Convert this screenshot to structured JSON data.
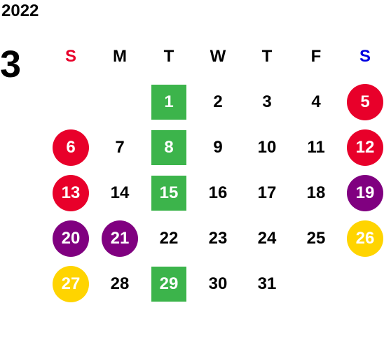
{
  "calendar": {
    "year": "2022",
    "month": "3",
    "weekdays": [
      {
        "label": "S",
        "color": "#e8002a"
      },
      {
        "label": "M",
        "color": "#000000"
      },
      {
        "label": "T",
        "color": "#000000"
      },
      {
        "label": "W",
        "color": "#000000"
      },
      {
        "label": "T",
        "color": "#000000"
      },
      {
        "label": "F",
        "color": "#000000"
      },
      {
        "label": "S",
        "color": "#0000e0"
      }
    ],
    "weeks": [
      [
        null,
        null,
        {
          "day": "1",
          "mark": "square",
          "color": "#3cb44b"
        },
        {
          "day": "2"
        },
        {
          "day": "3"
        },
        {
          "day": "4"
        },
        {
          "day": "5",
          "mark": "circle",
          "color": "#e8002a"
        }
      ],
      [
        {
          "day": "6",
          "mark": "circle",
          "color": "#e8002a"
        },
        {
          "day": "7"
        },
        {
          "day": "8",
          "mark": "square",
          "color": "#3cb44b"
        },
        {
          "day": "9"
        },
        {
          "day": "10"
        },
        {
          "day": "11"
        },
        {
          "day": "12",
          "mark": "circle",
          "color": "#e8002a"
        }
      ],
      [
        {
          "day": "13",
          "mark": "circle",
          "color": "#e8002a"
        },
        {
          "day": "14"
        },
        {
          "day": "15",
          "mark": "square",
          "color": "#3cb44b"
        },
        {
          "day": "16"
        },
        {
          "day": "17"
        },
        {
          "day": "18"
        },
        {
          "day": "19",
          "mark": "circle",
          "color": "#800080"
        }
      ],
      [
        {
          "day": "20",
          "mark": "circle",
          "color": "#800080"
        },
        {
          "day": "21",
          "mark": "circle",
          "color": "#800080"
        },
        {
          "day": "22"
        },
        {
          "day": "23"
        },
        {
          "day": "24"
        },
        {
          "day": "25"
        },
        {
          "day": "26",
          "mark": "circle",
          "color": "#ffd400"
        }
      ],
      [
        {
          "day": "27",
          "mark": "circle",
          "color": "#ffd400"
        },
        {
          "day": "28"
        },
        {
          "day": "29",
          "mark": "square",
          "color": "#3cb44b"
        },
        {
          "day": "30"
        },
        {
          "day": "31"
        },
        null,
        null
      ]
    ]
  }
}
